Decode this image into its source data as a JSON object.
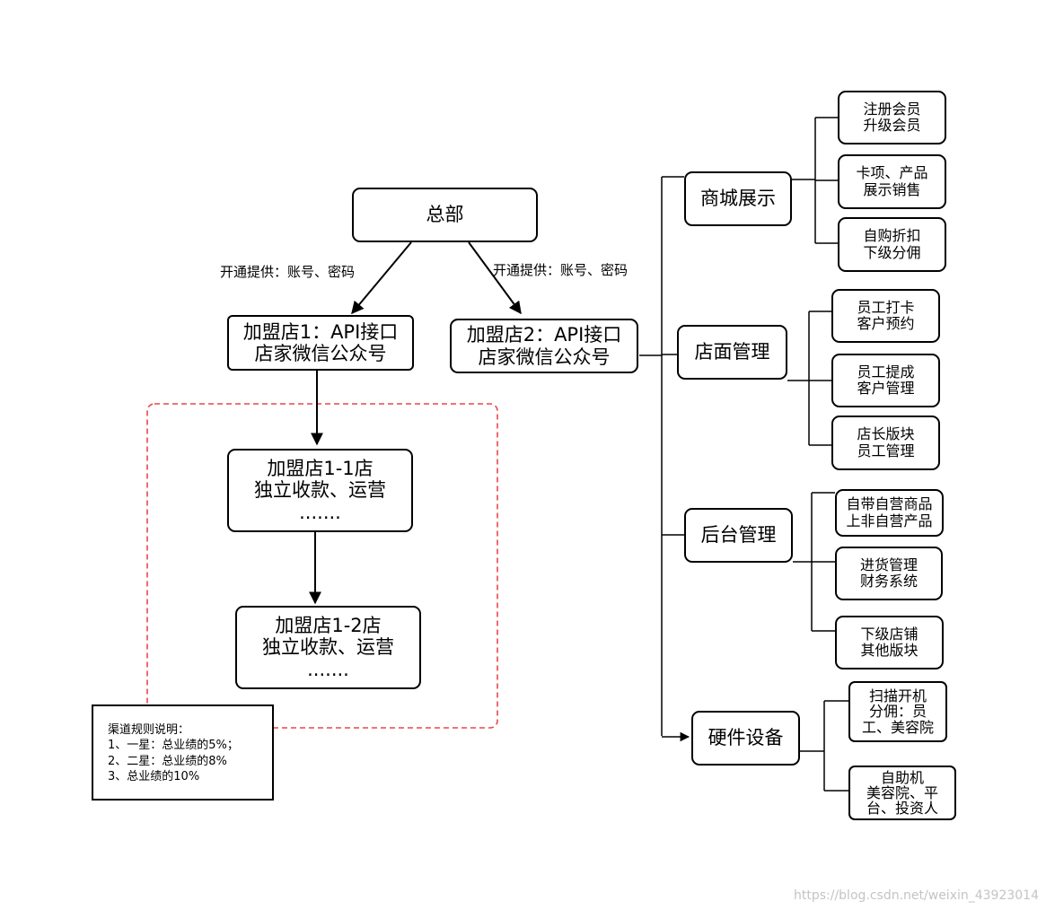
{
  "nodes": {
    "hq": [
      "总部"
    ],
    "franchise1": [
      "加盟店1：API接口",
      "店家微信公众号"
    ],
    "franchise2": [
      "加盟店2：API接口",
      "店家微信公众号"
    ],
    "franchise1_1": [
      "加盟店1-1店",
      "独立收款、运营",
      "......."
    ],
    "franchise1_2": [
      "加盟店1-2店",
      "独立收款、运营",
      "......."
    ],
    "mall": [
      "商城展示"
    ],
    "mall_items": [
      [
        "注册会员",
        "升级会员"
      ],
      [
        "卡项、产品",
        "展示销售"
      ],
      [
        "自购折扣",
        "下级分佣"
      ]
    ],
    "store": [
      "店面管理"
    ],
    "store_items": [
      [
        "员工打卡",
        "客户预约"
      ],
      [
        "员工提成",
        "客户管理"
      ],
      [
        "店长版块",
        "员工管理"
      ]
    ],
    "backend": [
      "后台管理"
    ],
    "backend_items": [
      [
        "自带自营商品",
        "上非自营产品"
      ],
      [
        "进货管理",
        "财务系统"
      ],
      [
        "下级店铺",
        "其他版块"
      ]
    ],
    "hardware": [
      "硬件设备"
    ],
    "hardware_items": [
      [
        "扫描开机",
        "分佣：员",
        "工、美容院"
      ],
      [
        "自助机",
        "美容院、平",
        "台、投资人"
      ]
    ]
  },
  "edge_labels": {
    "left": "开通提供：账号、密码",
    "right": "开通提供：账号、密码"
  },
  "note": {
    "title": "渠道规则说明：",
    "lines": [
      "1、一星：总业绩的5%；",
      "2、二星：总业绩的8%",
      "3、总业绩的10%"
    ]
  },
  "watermark": "https://blog.csdn.net/weixin_43923014",
  "colors": {
    "line": "#000000",
    "dashed_group": "#e8474d",
    "watermark": "#c4c4c4"
  }
}
